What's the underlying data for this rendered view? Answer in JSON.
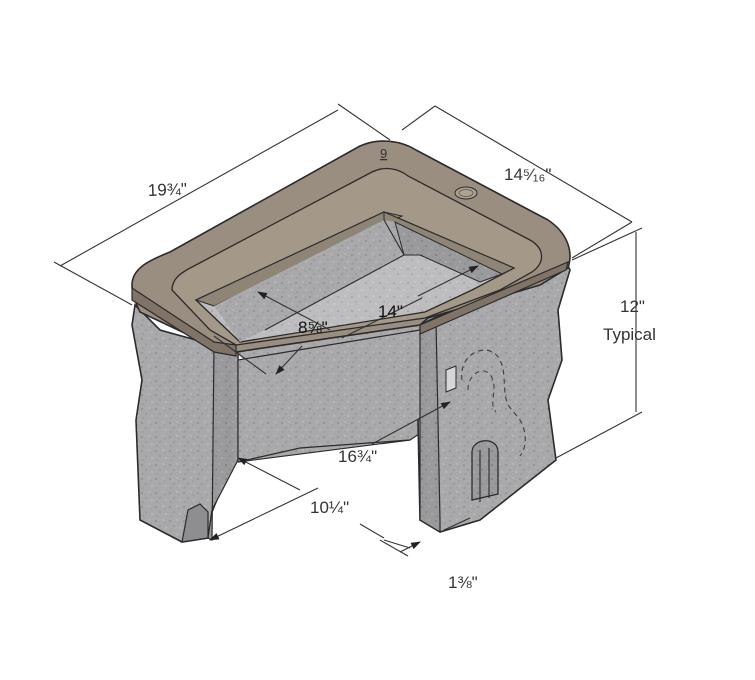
{
  "colors": {
    "rim": "#9a8e80",
    "rim_edge": "#7d7265",
    "concrete": "#a7a7a9",
    "concrete_dark": "#8d8d90",
    "concrete_light": "#c6c6c8",
    "outline": "#2b2b2b",
    "dimension_line": "#333333"
  },
  "rim_marking": "9",
  "dimensions": {
    "top_length": "19¾\"",
    "top_width": "14⁵⁄₁₆\"",
    "height": "12\"",
    "height_note": "Typical",
    "inner_width": "8⅝\"",
    "inner_length": "14\"",
    "base_length": "16¾\"",
    "opening_width": "10¼\"",
    "wall_thickness": "1⅜\""
  }
}
